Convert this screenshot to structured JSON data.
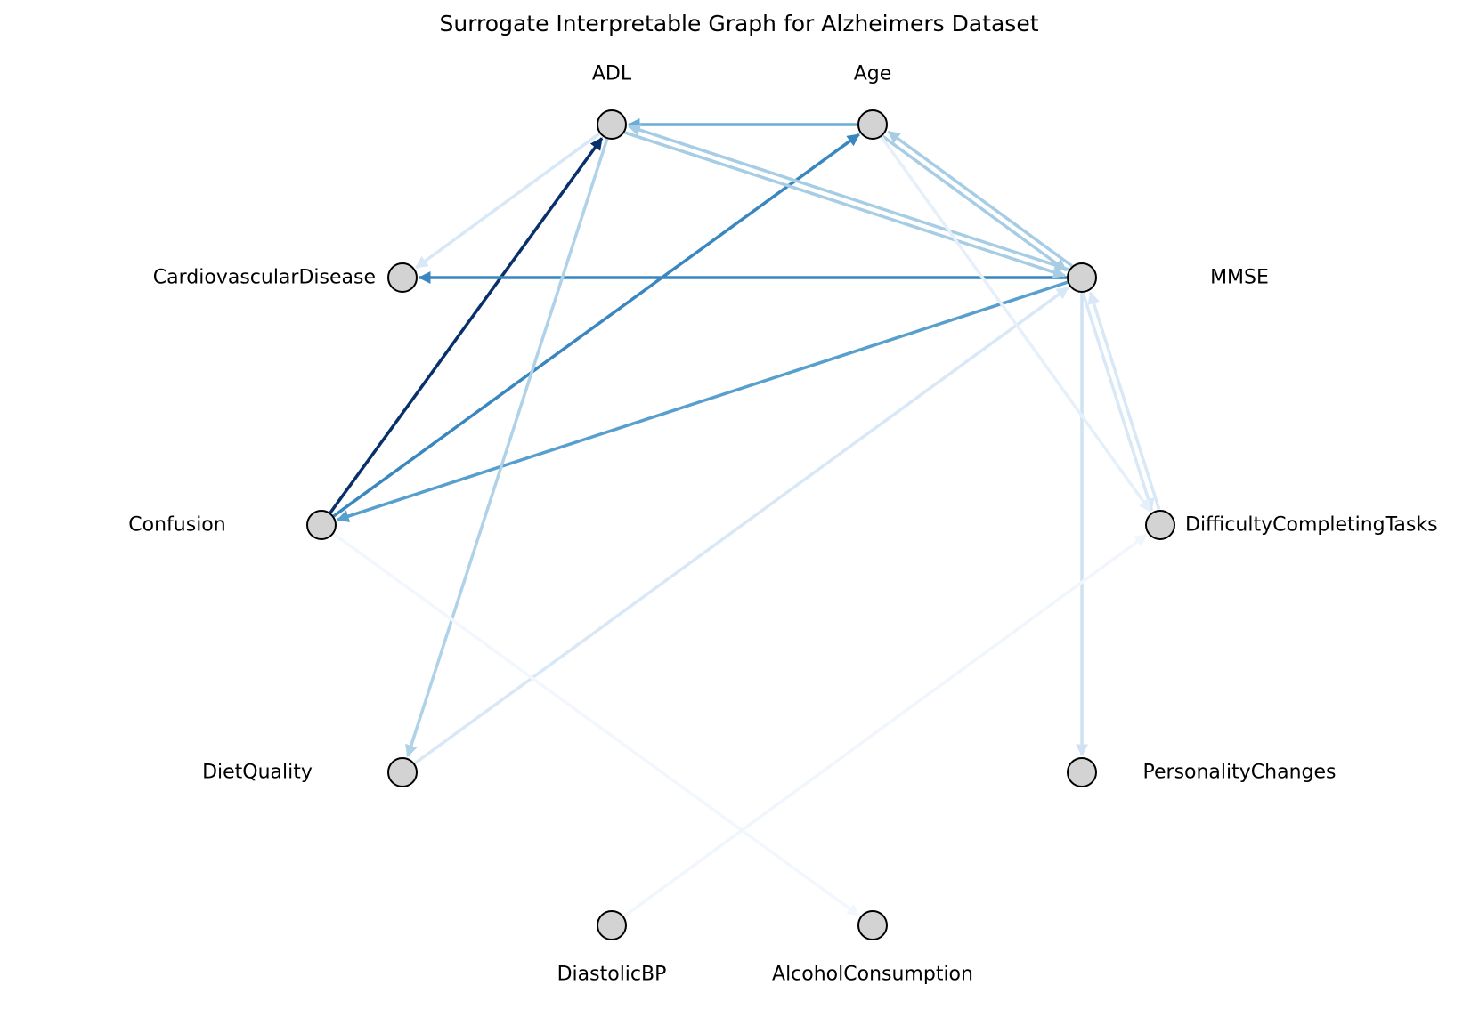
{
  "title": "Surrogate Interpretable Graph for Alzheimers Dataset",
  "node_fill": "#d3d3d3",
  "node_stroke": "#000000",
  "edge_colormap": "Blues",
  "nodes": [
    {
      "id": "adl",
      "label": "ADL"
    },
    {
      "id": "age",
      "label": "Age"
    },
    {
      "id": "mmse",
      "label": "MMSE"
    },
    {
      "id": "difficulty",
      "label": "DifficultyCompletingTasks"
    },
    {
      "id": "personality",
      "label": "PersonalityChanges"
    },
    {
      "id": "alcohol",
      "label": "AlcoholConsumption"
    },
    {
      "id": "diastolic",
      "label": "DiastolicBP"
    },
    {
      "id": "diet",
      "label": "DietQuality"
    },
    {
      "id": "confusion",
      "label": "Confusion"
    },
    {
      "id": "cardio",
      "label": "CardiovascularDisease"
    }
  ],
  "edges": [
    {
      "source": "confusion",
      "target": "adl",
      "color": "#08306b"
    },
    {
      "source": "confusion",
      "target": "age",
      "color": "#3a87c0"
    },
    {
      "source": "mmse",
      "target": "cardio",
      "color": "#3a87c0"
    },
    {
      "source": "mmse",
      "target": "confusion",
      "color": "#579fcd"
    },
    {
      "source": "age",
      "target": "adl",
      "color": "#6aaed6"
    },
    {
      "source": "adl",
      "target": "mmse",
      "color": "#a6cde3"
    },
    {
      "source": "mmse",
      "target": "adl",
      "color": "#a6cde3"
    },
    {
      "source": "age",
      "target": "mmse",
      "color": "#a6cde3"
    },
    {
      "source": "mmse",
      "target": "age",
      "color": "#a6cde3"
    },
    {
      "source": "adl",
      "target": "diet",
      "color": "#b0d2e8"
    },
    {
      "source": "adl",
      "target": "cardio",
      "color": "#d8e8f6"
    },
    {
      "source": "diet",
      "target": "mmse",
      "color": "#d8e8f6"
    },
    {
      "source": "mmse",
      "target": "personality",
      "color": "#cfe2f3"
    },
    {
      "source": "mmse",
      "target": "difficulty",
      "color": "#d8e8f6"
    },
    {
      "source": "difficulty",
      "target": "mmse",
      "color": "#d8e8f6"
    },
    {
      "source": "age",
      "target": "difficulty",
      "color": "#e6f0fa"
    },
    {
      "source": "confusion",
      "target": "alcohol",
      "color": "#f2f7fd"
    },
    {
      "source": "diastolic",
      "target": "difficulty",
      "color": "#f0f6fc"
    }
  ]
}
